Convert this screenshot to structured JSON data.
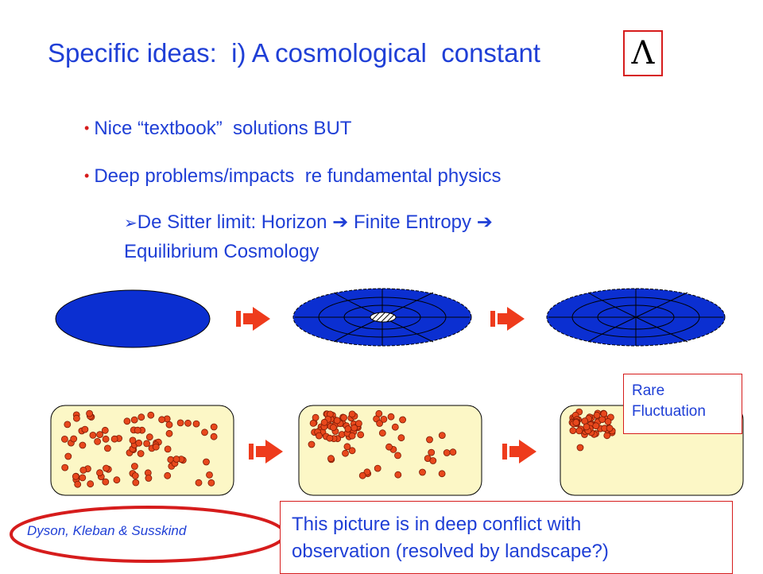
{
  "title": "Specific ideas:  i) A cosmological  constant",
  "symbol": "Λ",
  "bullets": [
    "Nice “textbook”  solutions BUT",
    "Deep problems/impacts  re fundamental physics"
  ],
  "sub_bullet": {
    "line1_a": "De Sitter limit: Horizon",
    "line1_b": "Finite Entropy",
    "line2": "Equilibrium Cosmology"
  },
  "rare_label": [
    "Rare",
    "Fluctuation"
  ],
  "citation": "Dyson, Kleban & Susskind",
  "conflict_note": [
    "This picture is in deep conflict with",
    "observation (resolved by landscape?)"
  ],
  "colors": {
    "text_blue": "#1f3fd6",
    "accent_red": "#d61c1c",
    "ellipse_blue": "#0b2fd1",
    "panel_fill": "#fcf7c6",
    "particle": "#e8481c",
    "arrow": "#ee3b1c"
  },
  "icons": [
    "arrow-right-icon",
    "lambda-symbol"
  ]
}
